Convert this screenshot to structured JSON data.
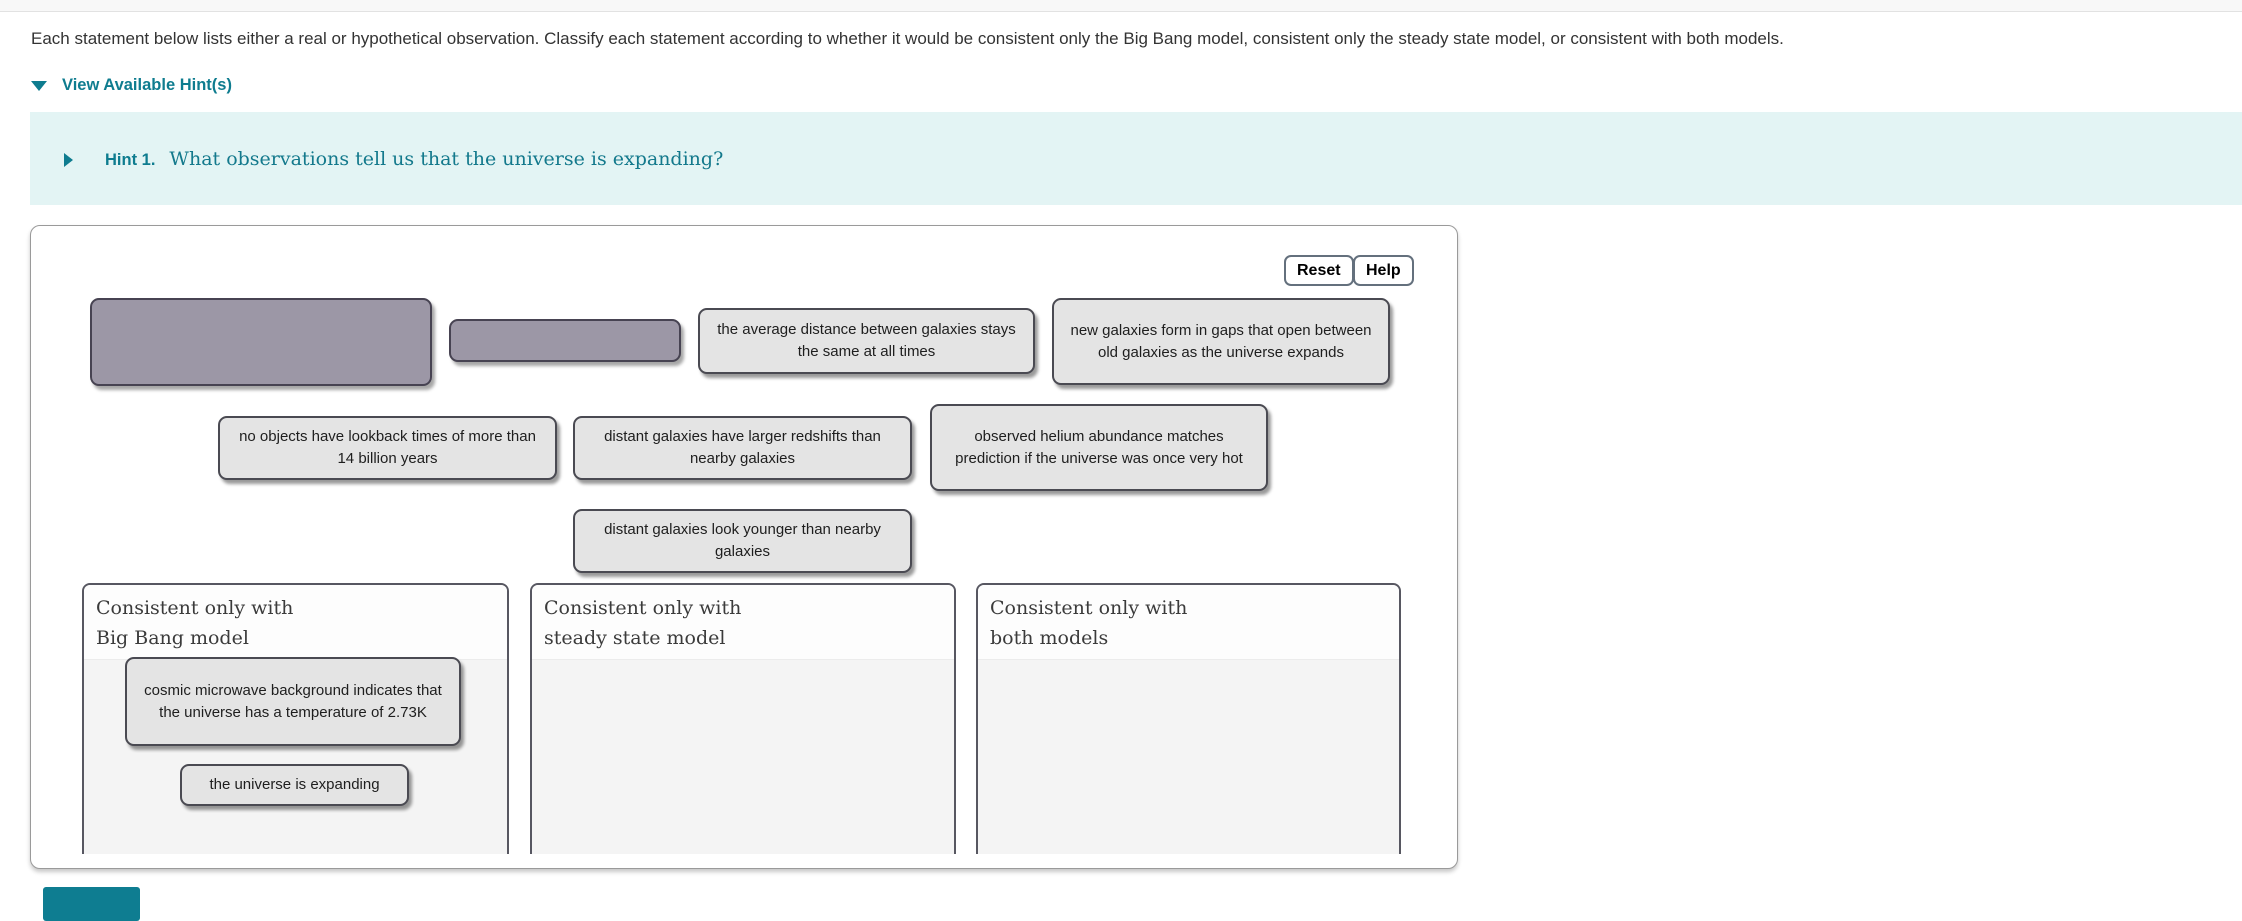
{
  "page": {
    "instruction": "Each statement below lists either a real or hypothetical observation. Classify each statement according to whether it would be consistent only the Big Bang model, consistent only the steady state model, or consistent with both models.",
    "hints_toggle_label": "View Available Hint(s)",
    "hint": {
      "label": "Hint 1.",
      "question": "What observations tell us that the universe is expanding?"
    }
  },
  "sorter": {
    "buttons": {
      "reset": "Reset",
      "help": "Help"
    },
    "pool_items": [
      "the average distance between galaxies stays the same at all times",
      "new galaxies form in gaps that open between old galaxies as the universe expands",
      "no objects have lookback times of more than 14 billion years",
      "distant galaxies have larger redshifts than nearby galaxies",
      "observed helium abundance matches prediction if the universe was once very hot",
      "distant galaxies look younger than nearby galaxies"
    ],
    "empty_slots": 2,
    "bins": [
      {
        "title_line1": "Consistent only with",
        "title_line2": "Big Bang model",
        "items": [
          "cosmic microwave background indicates that the universe has a temperature of 2.73K",
          "the universe is expanding"
        ]
      },
      {
        "title_line1": "Consistent only with",
        "title_line2": "steady state model",
        "items": []
      },
      {
        "title_line1": "Consistent only with",
        "title_line2": "both models",
        "items": []
      }
    ]
  },
  "colors": {
    "accent_teal": "#0e7c8f",
    "hint_background": "#e3f4f4",
    "item_background": "#e4e4e4",
    "item_border": "#4a4a52",
    "slot_background": "#9c97a6",
    "submit_button": "#0e7d91"
  }
}
